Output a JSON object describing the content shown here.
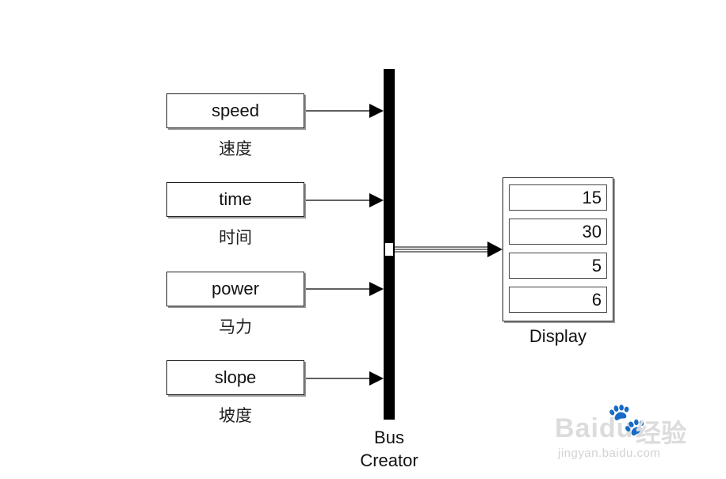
{
  "sources": [
    {
      "label": "speed",
      "caption": "速度"
    },
    {
      "label": "time",
      "caption": "时间"
    },
    {
      "label": "power",
      "caption": "马力"
    },
    {
      "label": "slope",
      "caption": "坡度"
    }
  ],
  "bus_creator": {
    "line1": "Bus",
    "line2": "Creator"
  },
  "display": {
    "values": [
      "15",
      "30",
      "5",
      "6"
    ],
    "caption": "Display"
  },
  "watermark": {
    "brand": "Baidu",
    "product": "经验",
    "url": "jingyan.baidu.com"
  },
  "colors": {
    "block_border": "#222222",
    "shadow": "#9a9a9a",
    "bus": "#000000",
    "watermark": "#d6d6d6"
  }
}
